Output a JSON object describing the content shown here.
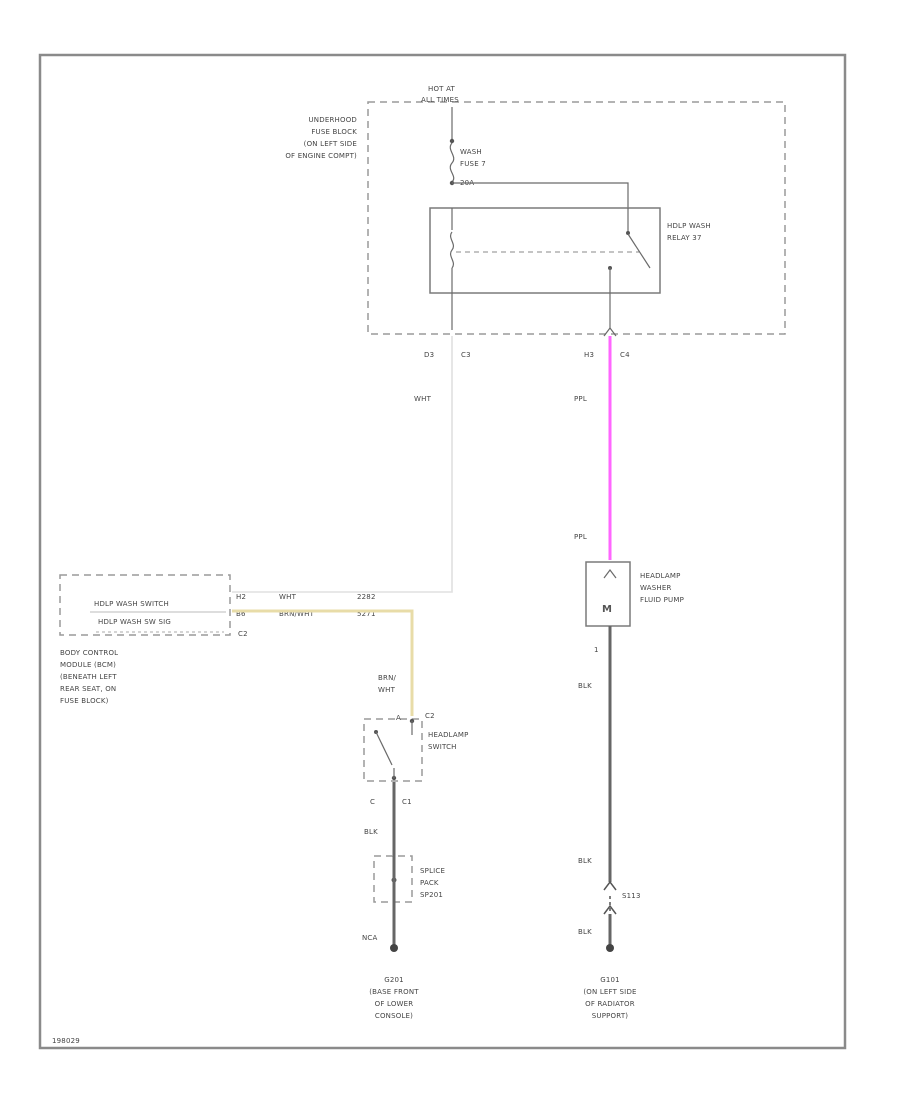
{
  "colors": {
    "frame": "#8a8a8a",
    "wire_ppl": "#ff66ff",
    "wire_brn_wht": "#e8dca8",
    "wire_wht": "#e8e8e8",
    "wire_blk": "#666666"
  },
  "labels": {
    "hot_at": "HOT AT",
    "all_times": "ALL TIMES",
    "fuse_block": [
      "UNDERHOOD",
      "FUSE BLOCK",
      "(ON LEFT SIDE",
      "OF ENGINE COMPT)"
    ],
    "wash_fuse": [
      "WASH",
      "FUSE 7"
    ],
    "fuse_amp": "20A",
    "relay": [
      "HDLP WASH",
      "RELAY 37"
    ],
    "conn_left_pin": "D3",
    "conn_left": "C3",
    "conn_right_pin": "H3",
    "conn_right": "C4",
    "wire_wht": "WHT",
    "wire_ppl_top": "PPL",
    "wire_ppl_bottom": "PPL",
    "pump": [
      "HEADLAMP",
      "WASHER",
      "FLUID PUMP"
    ],
    "pump_pin": "1",
    "bcm_switch": "HDLP WASH SWITCH",
    "bcm_signal": "HDLP WASH SW SIG",
    "bcm_pin_top": "H2",
    "bcm_pin_bottom": "B6",
    "bcm_conn": "C2",
    "bcm_wire_top": "WHT",
    "bcm_wire_bottom": "BRN/WHT",
    "bcm_circuit_top": "2282",
    "bcm_circuit_bottom": "5271",
    "bcm_desc": [
      "BODY CONTROL",
      "MODULE (BCM)",
      "(BENEATH LEFT",
      "REAR SEAT, ON",
      "FUSE BLOCK)"
    ],
    "brn_wht": [
      "BRN/",
      "WHT"
    ],
    "switch_pin_top": "A",
    "switch_conn_top": "C2",
    "headlamp_switch": [
      "HEADLAMP",
      "SWITCH"
    ],
    "switch_pin_bottom": "C",
    "switch_conn_bottom": "C1",
    "blk_left": "BLK",
    "splice": [
      "SPLICE",
      "PACK",
      "SP201"
    ],
    "nca": "NCA",
    "ground_left": [
      "G201",
      "(BASE FRONT",
      "OF LOWER",
      "CONSOLE)"
    ],
    "blk_right_1": "BLK",
    "blk_right_2": "BLK",
    "blk_right_3": "BLK",
    "s_label": "S113",
    "ground_right": [
      "G101",
      "(ON LEFT SIDE",
      "OF RADIATOR",
      "SUPPORT)"
    ],
    "figure_id": "198029"
  }
}
